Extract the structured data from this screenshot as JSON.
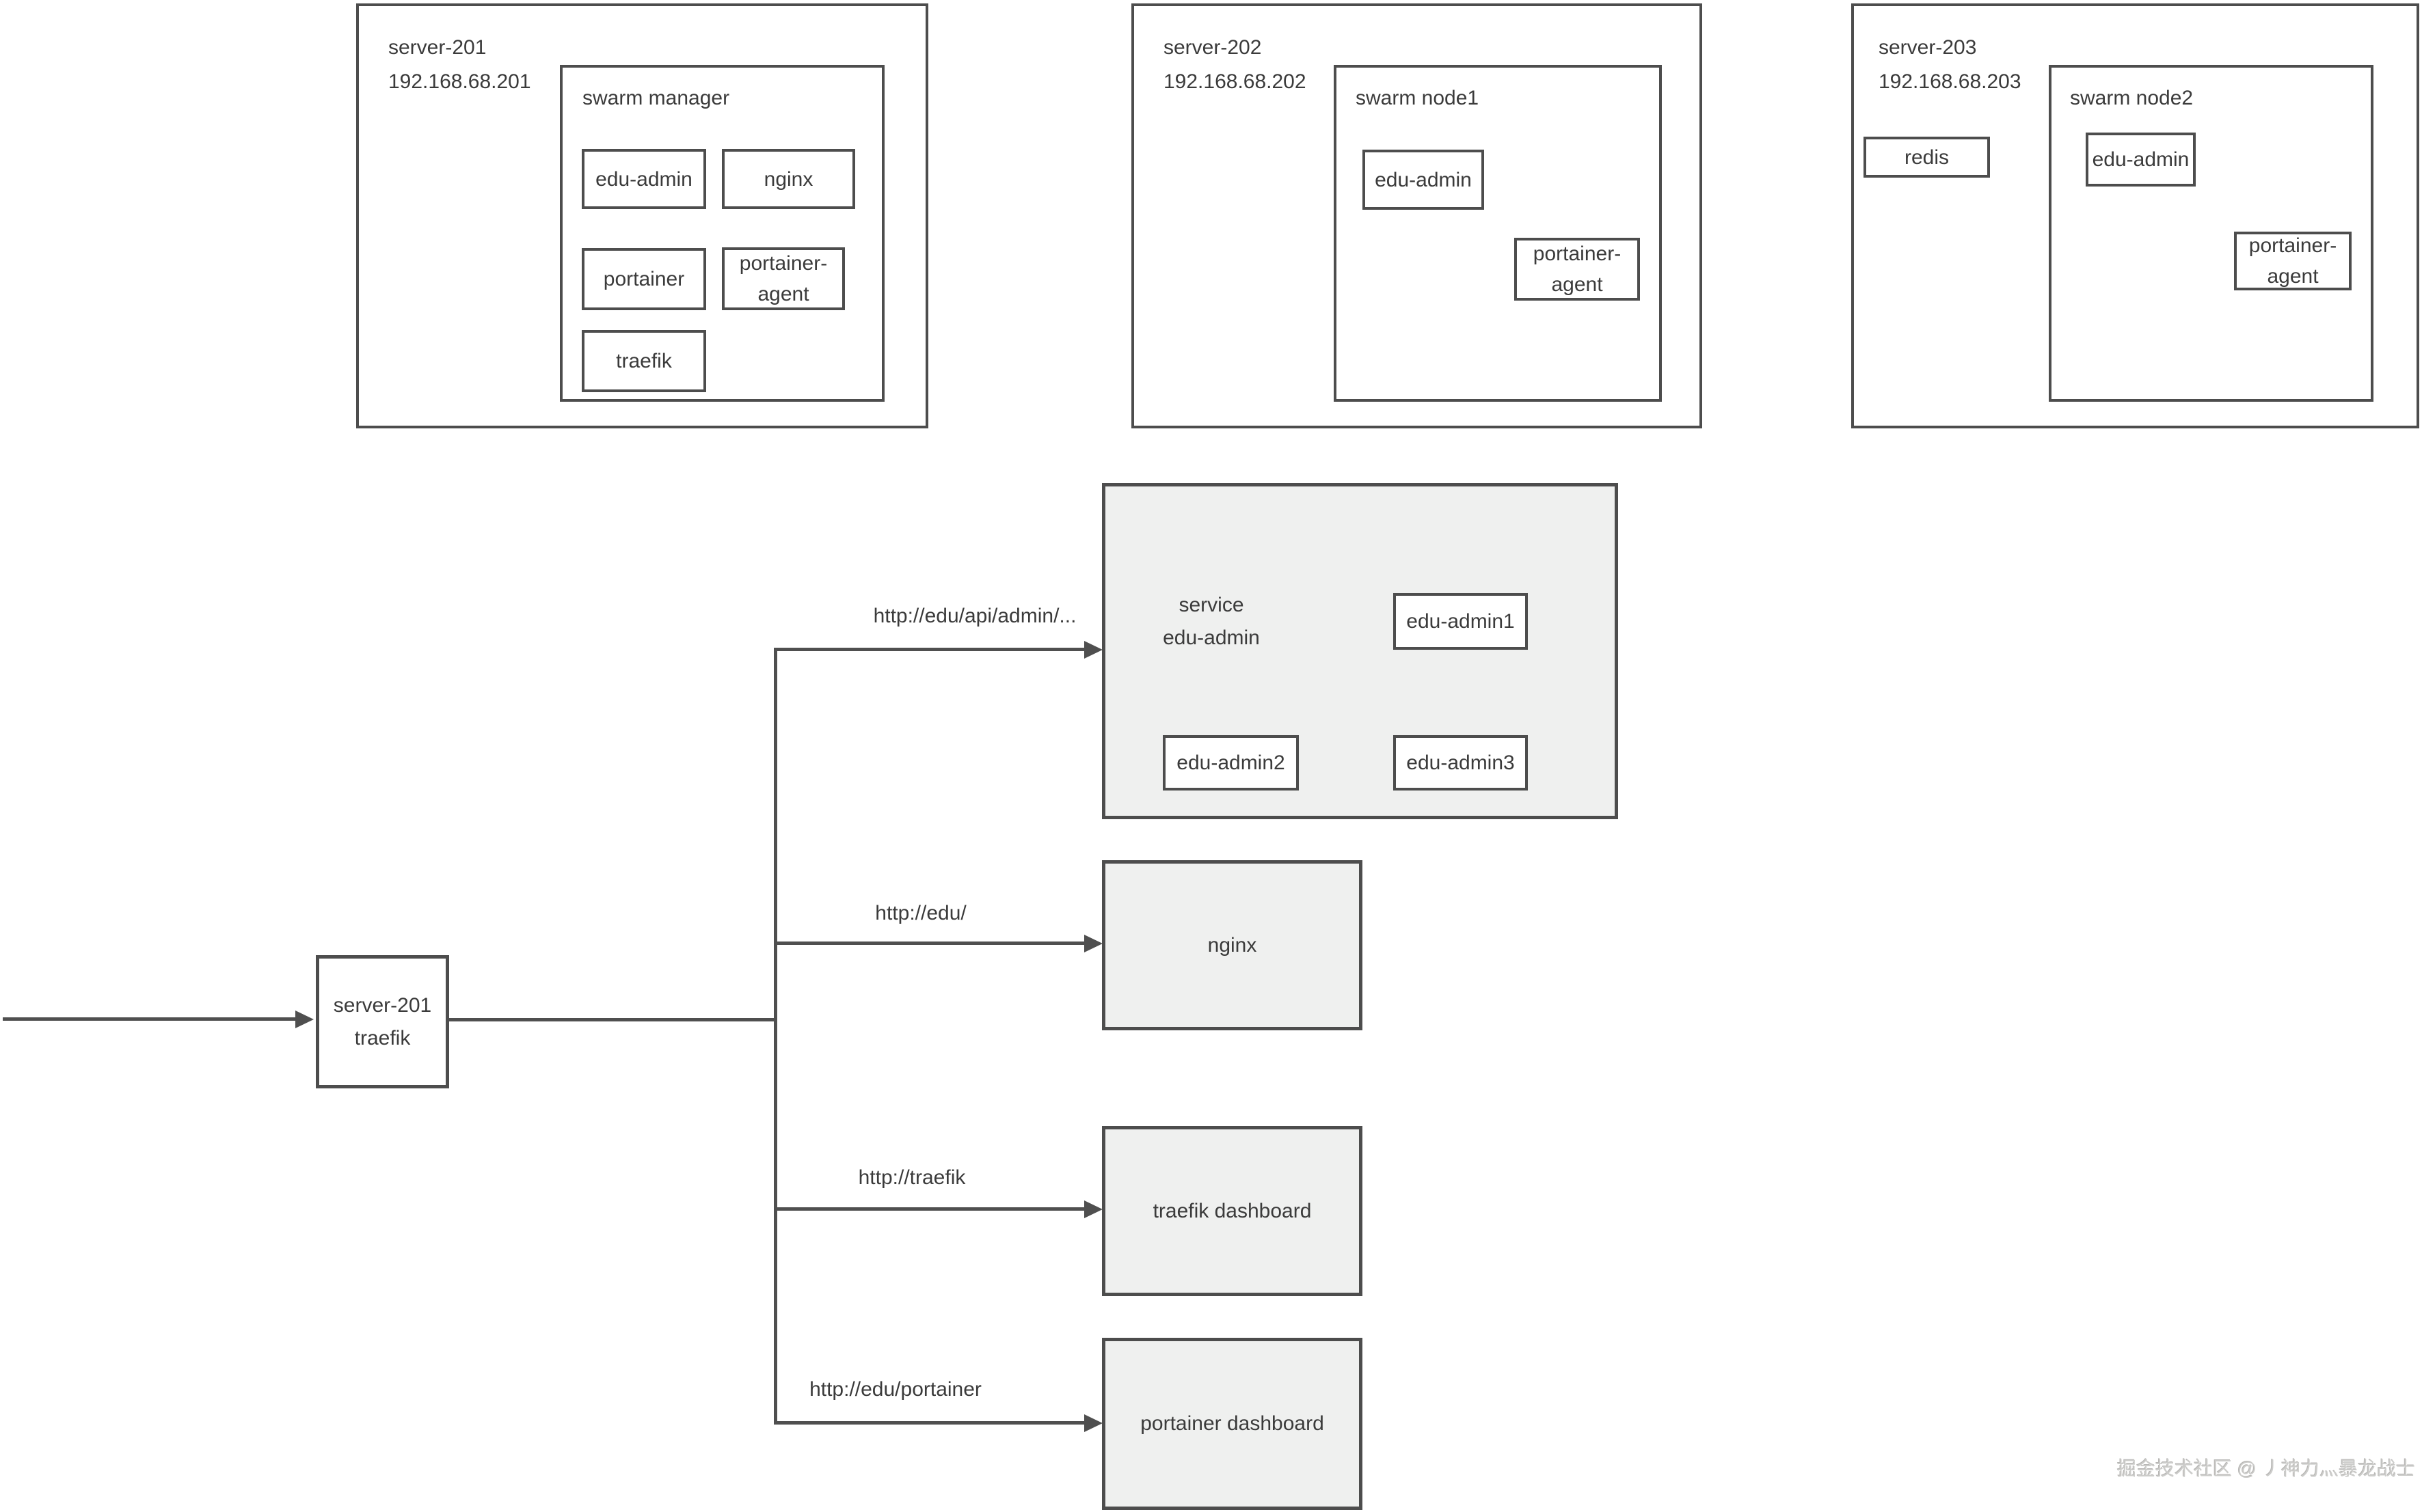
{
  "servers": [
    {
      "name": "server-201",
      "ip": "192.168.68.201",
      "cluster": "swarm manager",
      "containers": [
        "edu-admin",
        "nginx",
        "portainer",
        "portainer-agent",
        "traefik"
      ]
    },
    {
      "name": "server-202",
      "ip": "192.168.68.202",
      "cluster": "swarm node1",
      "containers": [
        "edu-admin",
        "portainer-agent"
      ]
    },
    {
      "name": "server-203",
      "ip": "192.168.68.203",
      "cluster": "swarm node2",
      "host_container": "redis",
      "containers": [
        "edu-admin",
        "portainer-agent"
      ]
    }
  ],
  "router": {
    "name": "server-201",
    "component": "traefik"
  },
  "routes": [
    {
      "url": "http://edu/api/admin/...",
      "target": "service edu-admin"
    },
    {
      "url": "http://edu/",
      "target": "nginx"
    },
    {
      "url": "http://traefik",
      "target": "traefik dashboard"
    },
    {
      "url": "http://edu/portainer",
      "target": "portainer dashboard"
    }
  ],
  "service": {
    "label_top": "service",
    "label_bottom": "edu-admin",
    "replicas": [
      "edu-admin1",
      "edu-admin2",
      "edu-admin3"
    ]
  },
  "panels": {
    "nginx": "nginx",
    "traefik_dashboard": "traefik dashboard",
    "portainer_dashboard": "portainer dashboard"
  },
  "watermark": "掘金技术社区 @ 丿神力灬暴龙战士",
  "colors": {
    "line": "#4f4f4f",
    "box_border": "#4d4d4d",
    "panel_fill": "#eff0ef",
    "text": "#3b3b3b",
    "watermark": "#ccccca"
  }
}
